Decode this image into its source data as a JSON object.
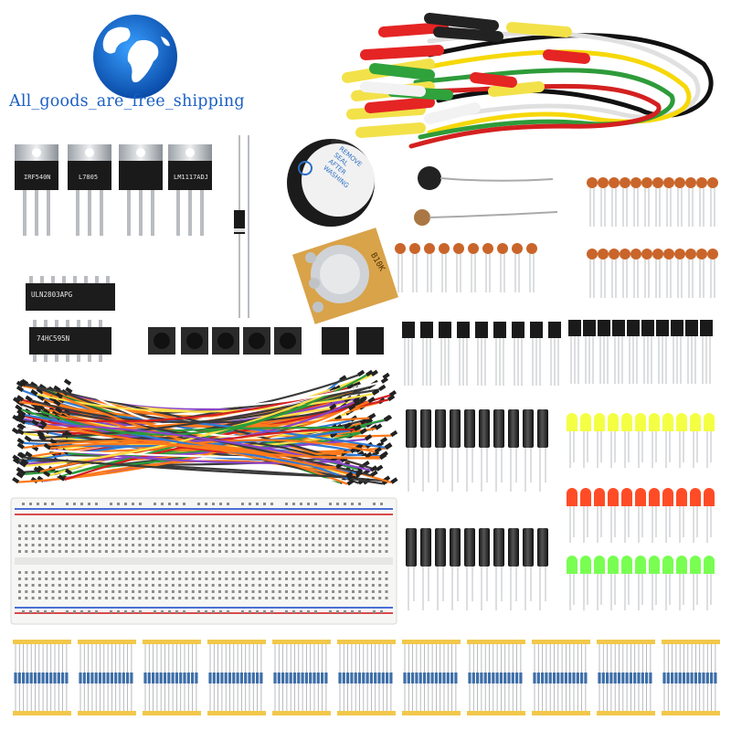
{
  "store": {
    "logo_icon": "globe-icon",
    "slogan": "All_goods_are_free_shipping",
    "slogan_color": "#1b5fc4"
  },
  "components": {
    "regulators": [
      "IRF540N",
      "L7805",
      "",
      "LM1117ADJ"
    ],
    "chips": [
      "ULN2803APG",
      "74HC595N"
    ],
    "buzzer_sticker": [
      "REMOVE",
      "SEAL",
      "AFTER",
      "WASHING"
    ],
    "potentiometer": "B10K",
    "led_colors": {
      "yellow": "#f3ff33",
      "red": "#ff3d14",
      "green": "#6cff42"
    }
  }
}
